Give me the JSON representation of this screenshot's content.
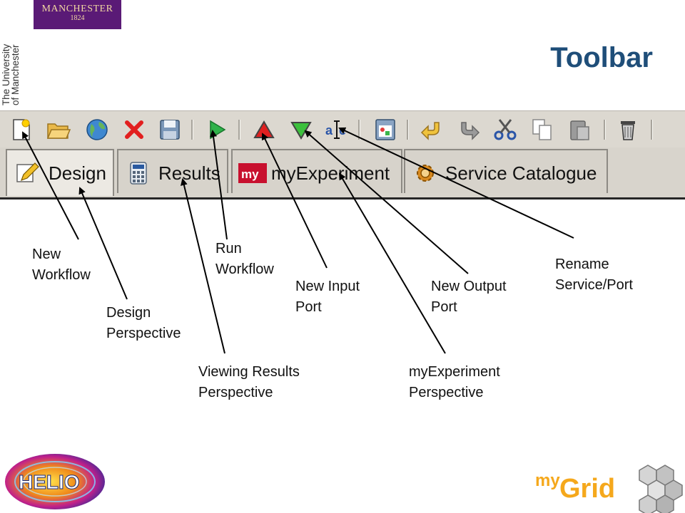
{
  "header": {
    "manchester_wordmark": "MANCHESTER",
    "manchester_year": "1824",
    "university_line1": "The University",
    "university_line2": "of Manchester",
    "slide_title": "Toolbar"
  },
  "toolbar": {
    "buttons": [
      {
        "name": "new-workflow",
        "icon": "new-document-icon"
      },
      {
        "name": "open-workflow",
        "icon": "folder-open-icon"
      },
      {
        "name": "open-location",
        "icon": "globe-icon"
      },
      {
        "name": "close-workflow",
        "icon": "close-icon"
      },
      {
        "name": "save-workflow",
        "icon": "floppy-disk-icon"
      },
      {
        "name": "run-workflow",
        "icon": "play-icon"
      },
      {
        "name": "new-input-port",
        "icon": "triangle-up-icon"
      },
      {
        "name": "new-output-port",
        "icon": "triangle-down-icon"
      },
      {
        "name": "rename",
        "icon": "rename-text-icon"
      },
      {
        "name": "image-save",
        "icon": "image-icon"
      },
      {
        "name": "undo",
        "icon": "undo-icon"
      },
      {
        "name": "redo",
        "icon": "redo-icon"
      },
      {
        "name": "cut",
        "icon": "scissors-icon"
      },
      {
        "name": "copy",
        "icon": "copy-icon"
      },
      {
        "name": "paste",
        "icon": "paste-icon"
      },
      {
        "name": "delete",
        "icon": "trash-icon"
      }
    ]
  },
  "tabs": [
    {
      "label": "Design",
      "icon": "design-pencil-icon",
      "active": true
    },
    {
      "label": "Results",
      "icon": "calculator-icon",
      "active": false
    },
    {
      "label": "myExperiment",
      "icon": "myexperiment-logo-icon",
      "badge": "my",
      "active": false
    },
    {
      "label": "Service Catalogue",
      "icon": "gear-icon",
      "active": false
    }
  ],
  "callouts": {
    "new_workflow": [
      "New",
      "Workflow"
    ],
    "design_perspective": [
      "Design",
      "Perspective"
    ],
    "viewing_results": [
      "Viewing Results",
      "Perspective"
    ],
    "run_workflow": [
      "Run",
      "Workflow"
    ],
    "new_input_port": [
      "New Input",
      "Port"
    ],
    "myexperiment_perspective": [
      "myExperiment",
      "Perspective"
    ],
    "new_output_port": [
      "New Output",
      "Port"
    ],
    "rename_service_port": [
      "Rename",
      "Service/Port"
    ]
  },
  "footer": {
    "helio_logo_text": "HELIO",
    "mygrid_prefix": "my",
    "mygrid_word": "Grid"
  },
  "colors": {
    "title_blue": "#1f4e79",
    "manchester_purple": "#5a1a76",
    "manchester_gold": "#f1d7a1",
    "mygrid_orange": "#f5a81c",
    "run_green": "#2fb24a",
    "input_red": "#e02020",
    "output_green": "#3cc03c"
  }
}
